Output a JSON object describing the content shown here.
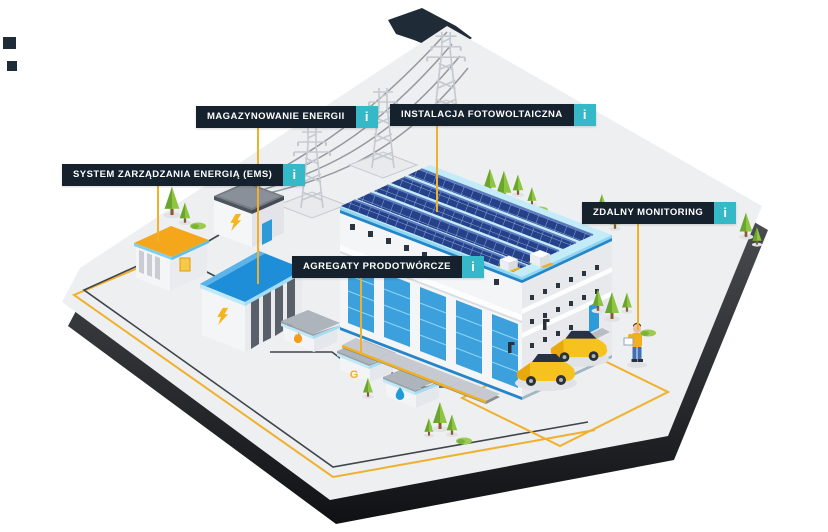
{
  "labels": [
    {
      "id": "energy-storage",
      "text": "MAGAZYNOWANIE ENERGII"
    },
    {
      "id": "pv-installation",
      "text": "INSTALACJA FOTOWOLTAICZNA"
    },
    {
      "id": "ems",
      "text": "SYSTEM ZARZĄDZANIA ENERGIĄ (EMS)"
    },
    {
      "id": "remote-monitoring",
      "text": "ZDALNY MONITORING"
    },
    {
      "id": "generators",
      "text": "AGREGATY PRODOTWÓRCZE"
    }
  ],
  "info_glyph": "i",
  "scene": {
    "generator_letter": "G"
  },
  "colors": {
    "label_bg": "#15222D",
    "info_teal": "#35B8C8",
    "leader_yellow": "#F0B02C",
    "panel_blue": "#24418A",
    "roof_cyan": "#C3EBF8",
    "accent_blue": "#2E9AD8",
    "grass_green": "#8EC63F",
    "car_yellow": "#F6C31E"
  }
}
